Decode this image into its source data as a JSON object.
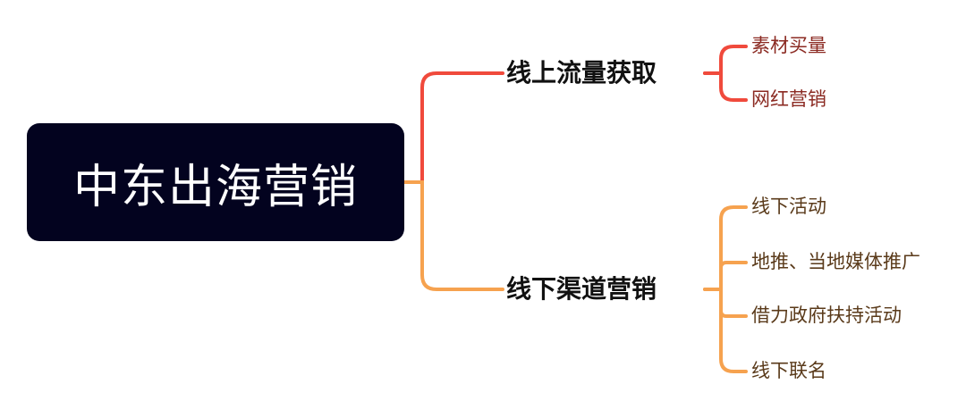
{
  "colors": {
    "root_bg": "#03031f",
    "root_text": "#ffffff",
    "branch_online": "#f04a3c",
    "branch_offline": "#f6a24f",
    "leaf_text_online": "#8b2a22",
    "leaf_text_offline": "#5a3a1a"
  },
  "root": {
    "label": "中东出海营销"
  },
  "branches": [
    {
      "label": "线上流量获取",
      "children": [
        "素材买量",
        "网红营销"
      ]
    },
    {
      "label": "线下渠道营销",
      "children": [
        "线下活动",
        "地推、当地媒体推广",
        "借力政府扶持活动",
        "线下联名"
      ]
    }
  ]
}
